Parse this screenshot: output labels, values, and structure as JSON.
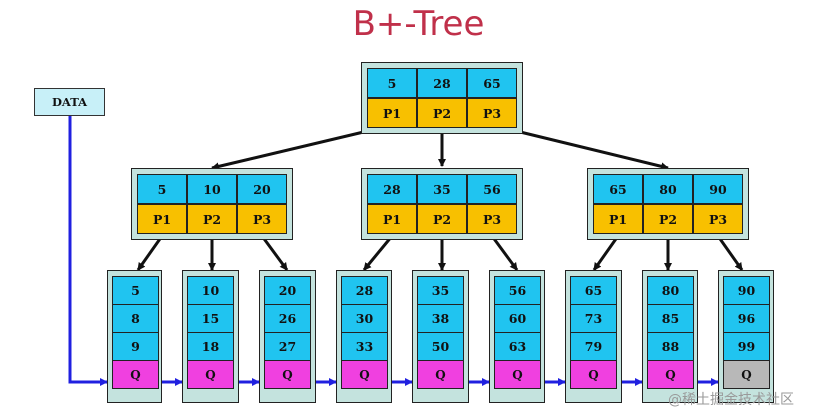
{
  "title": "B+-Tree",
  "data_label": "DATA",
  "root": {
    "keys": [
      "5",
      "28",
      "65"
    ],
    "pointers": [
      "P1",
      "P2",
      "P3"
    ]
  },
  "internal": [
    {
      "keys": [
        "5",
        "10",
        "20"
      ],
      "pointers": [
        "P1",
        "P2",
        "P3"
      ]
    },
    {
      "keys": [
        "28",
        "35",
        "56"
      ],
      "pointers": [
        "P1",
        "P2",
        "P3"
      ]
    },
    {
      "keys": [
        "65",
        "80",
        "90"
      ],
      "pointers": [
        "P1",
        "P2",
        "P3"
      ]
    }
  ],
  "leaves": [
    {
      "keys": [
        "5",
        "8",
        "9"
      ],
      "q": "Q"
    },
    {
      "keys": [
        "10",
        "15",
        "18"
      ],
      "q": "Q"
    },
    {
      "keys": [
        "20",
        "26",
        "27"
      ],
      "q": "Q"
    },
    {
      "keys": [
        "28",
        "30",
        "33"
      ],
      "q": "Q"
    },
    {
      "keys": [
        "35",
        "38",
        "50"
      ],
      "q": "Q"
    },
    {
      "keys": [
        "56",
        "60",
        "63"
      ],
      "q": "Q"
    },
    {
      "keys": [
        "65",
        "73",
        "79"
      ],
      "q": "Q"
    },
    {
      "keys": [
        "80",
        "85",
        "88"
      ],
      "q": "Q"
    },
    {
      "keys": [
        "90",
        "96",
        "99"
      ],
      "q": "Q"
    }
  ],
  "watermark": "@稀土掘金技术社区",
  "colors": {
    "key": "#20c4f0",
    "pointer": "#f8c000",
    "leaf_q": "#f040e0",
    "leaf_q_last": "#b8b8b8",
    "frame": "#c4e3de",
    "leaf_link": "#2020e0",
    "title": "#c0304a"
  }
}
